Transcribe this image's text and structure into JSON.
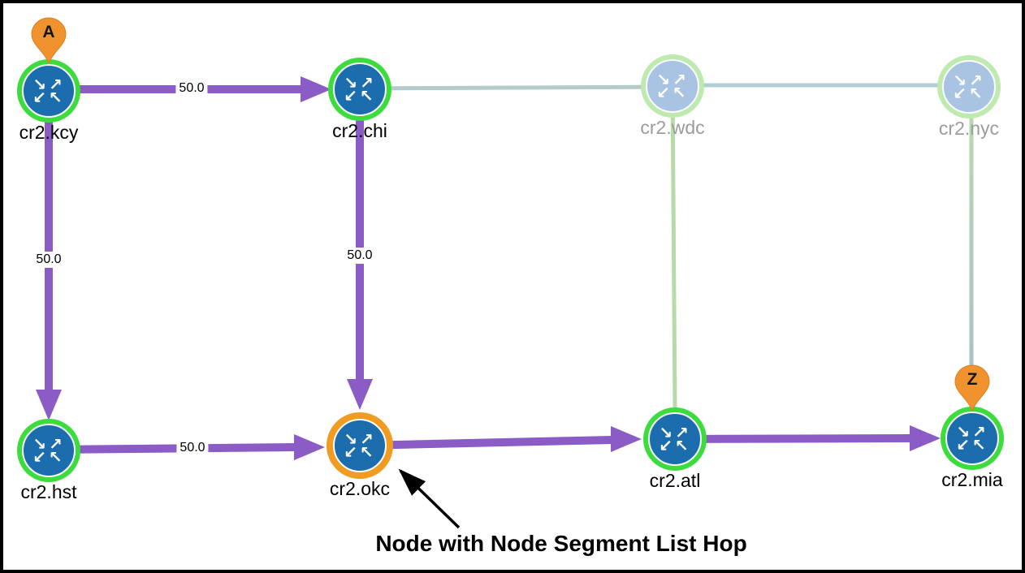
{
  "diagram": {
    "type": "network-topology-path",
    "annotation": {
      "text": "Node with Node Segment List Hop"
    },
    "markers": {
      "a": {
        "label": "A"
      },
      "z": {
        "label": "Z"
      }
    }
  },
  "icons": {
    "router_glyph_top": "↘↗",
    "router_glyph_bottom": "↙↖",
    "endpoint_a": "map-pin-a",
    "endpoint_z": "map-pin-z"
  },
  "nodes": [
    {
      "label": "cr2.kcy",
      "state": "active",
      "endpoint_marker": "A"
    },
    {
      "label": "cr2.chi",
      "state": "active"
    },
    {
      "label": "cr2.wdc",
      "state": "dimmed"
    },
    {
      "label": "cr2.nyc",
      "state": "dimmed"
    },
    {
      "label": "cr2.hst",
      "state": "active"
    },
    {
      "label": "cr2.okc",
      "state": "active",
      "highlight": "node-segment-list-hop"
    },
    {
      "label": "cr2.atl",
      "state": "active"
    },
    {
      "label": "cr2.mia",
      "state": "active",
      "endpoint_marker": "Z"
    }
  ],
  "links": [
    {
      "from": "cr2.kcy",
      "to": "cr2.chi",
      "metric": "50.0",
      "state": "path",
      "directed": true
    },
    {
      "from": "cr2.kcy",
      "to": "cr2.hst",
      "metric": "50.0",
      "state": "path",
      "directed": true
    },
    {
      "from": "cr2.chi",
      "to": "cr2.okc",
      "metric": "50.0",
      "state": "path",
      "directed": true
    },
    {
      "from": "cr2.hst",
      "to": "cr2.okc",
      "metric": "50.0",
      "state": "path",
      "directed": true
    },
    {
      "from": "cr2.okc",
      "to": "cr2.atl",
      "state": "path",
      "directed": true
    },
    {
      "from": "cr2.atl",
      "to": "cr2.mia",
      "state": "path",
      "directed": true
    },
    {
      "from": "cr2.chi",
      "to": "cr2.wdc",
      "state": "dimmed"
    },
    {
      "from": "cr2.wdc",
      "to": "cr2.nyc",
      "state": "dimmed"
    },
    {
      "from": "cr2.wdc",
      "to": "cr2.atl",
      "state": "dimmed"
    },
    {
      "from": "cr2.nyc",
      "to": "cr2.mia",
      "state": "dimmed"
    }
  ],
  "colors": {
    "path_purple": "#8B5BC6",
    "node_blue": "#1C6DAD",
    "ring_green": "#3CDC3C",
    "ring_orange": "#F09B22",
    "marker_orange": "#F0922E",
    "dimmed_node_blue": "#A9C4E3",
    "dimmed_ring_green": "#BEEAB0",
    "dimmed_link_teal": "#B2CCD1",
    "dimmed_link_green": "#B6DBA8",
    "label_black": "#000000",
    "dimmed_label_gray": "#9C9C9C"
  }
}
